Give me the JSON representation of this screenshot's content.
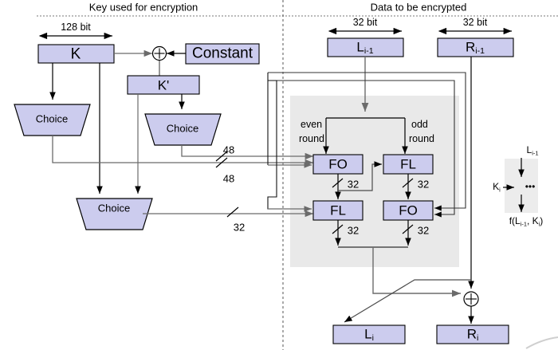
{
  "diagram": {
    "title_left": "Key used for encryption",
    "title_right": "Data to be encrypted",
    "colors": {
      "box_fill": "#ccccee",
      "box_stroke": "#000000",
      "round_panel": "#e9e9e9",
      "wire_gray": "#808080",
      "wire_black": "#000000",
      "divider": "#888888"
    }
  },
  "key_side": {
    "dimension_label": "128 bit",
    "boxes": {
      "k": "K",
      "k_prime": "K'",
      "constant": "Constant"
    },
    "xor_symbol": "+",
    "choice_label": "Choice",
    "choices": [
      {
        "id": "choice-left",
        "label": "Choice"
      },
      {
        "id": "choice-right",
        "label": "Choice"
      },
      {
        "id": "choice-bottom",
        "label": "Choice"
      }
    ],
    "bus_widths": [
      {
        "id": "bus-48-upper",
        "label": "48"
      },
      {
        "id": "bus-48-lower",
        "label": "48"
      },
      {
        "id": "bus-32",
        "label": "32"
      }
    ]
  },
  "data_side": {
    "dimension_label_left": "32 bit",
    "dimension_label_right": "32 bit",
    "input_left": {
      "base": "L",
      "sub": "i-1"
    },
    "input_right": {
      "base": "R",
      "sub": "i-1"
    },
    "output_left": {
      "base": "L",
      "sub": "i"
    },
    "output_right": {
      "base": "R",
      "sub": "i"
    },
    "branch_even": "even\nround",
    "branch_even_line1": "even",
    "branch_even_line2": "round",
    "branch_odd_line1": "odd",
    "branch_odd_line2": "round",
    "round_boxes": [
      {
        "id": "fo-even-top",
        "label": "FO"
      },
      {
        "id": "fl-odd-top",
        "label": "FL"
      },
      {
        "id": "fl-even-bottom",
        "label": "FL"
      },
      {
        "id": "fo-odd-bottom",
        "label": "FO"
      }
    ],
    "internal_widths": [
      {
        "id": "w-fo-even",
        "label": "32"
      },
      {
        "id": "w-fl-odd",
        "label": "32"
      },
      {
        "id": "w-fl-even",
        "label": "32"
      },
      {
        "id": "w-fo-odd",
        "label": "32"
      }
    ],
    "xor_symbol": "+"
  },
  "legend": {
    "input": {
      "base": "L",
      "sub": "i-1"
    },
    "key_input": {
      "base": "K",
      "sub": "i"
    },
    "body": "•••",
    "output_prefix": "f(L",
    "output_sub1": "i-1",
    "output_mid": ", K",
    "output_sub2": "i",
    "output_suffix": ")"
  }
}
